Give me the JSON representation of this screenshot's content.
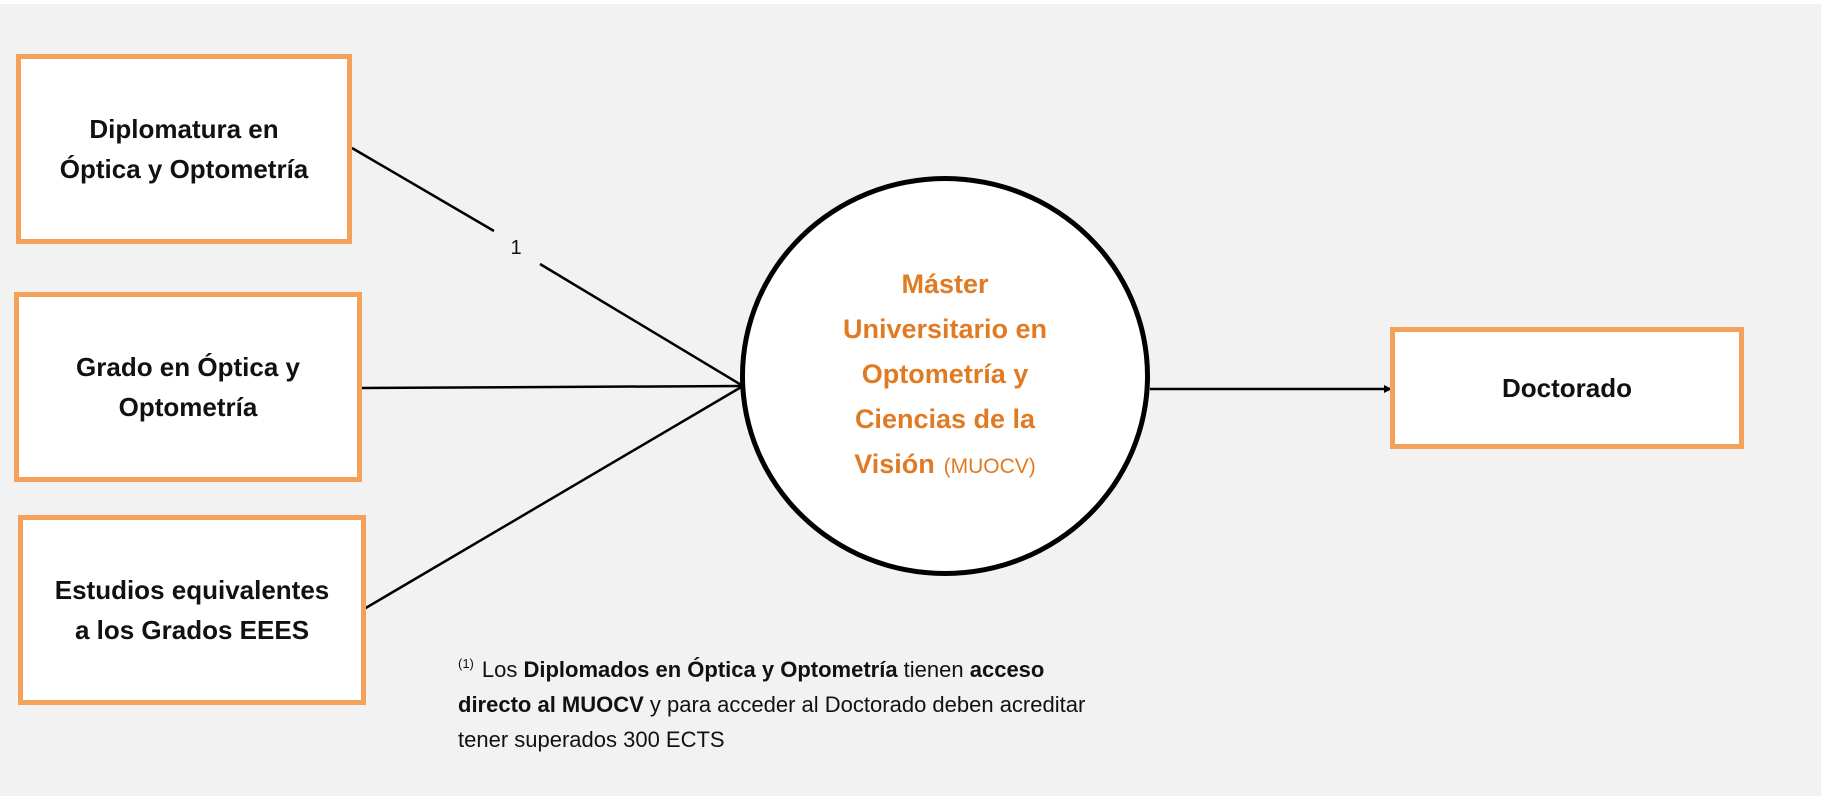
{
  "diagram": {
    "sources": [
      {
        "id": "diplomatura",
        "label": "Diplomatura en\nÓptica y Optometría"
      },
      {
        "id": "grado",
        "label": "Grado en Óptica y\nOptometría"
      },
      {
        "id": "estudios",
        "label": "Estudios equivalentes\na  los Grados EEES"
      }
    ],
    "center": {
      "title": "Máster\nUniversitario en\nOptometría y\nCiencias de la\nVisión",
      "abbrev": "(MUOCV)"
    },
    "target": {
      "label": "Doctorado"
    },
    "edge_label": "1",
    "colors": {
      "box_border": "#f4a15a",
      "center_text": "#e07b24",
      "background": "#f2f2f2",
      "lines": "#000000"
    }
  },
  "footnote": {
    "marker": "(1)",
    "t1": "Los ",
    "b1": "Diplomados en Óptica y Optometría",
    "t2": " tienen ",
    "b2": "acceso directo al MUOCV",
    "t3": " y para acceder al Doctorado deben acreditar tener superados 300 ECTS"
  }
}
